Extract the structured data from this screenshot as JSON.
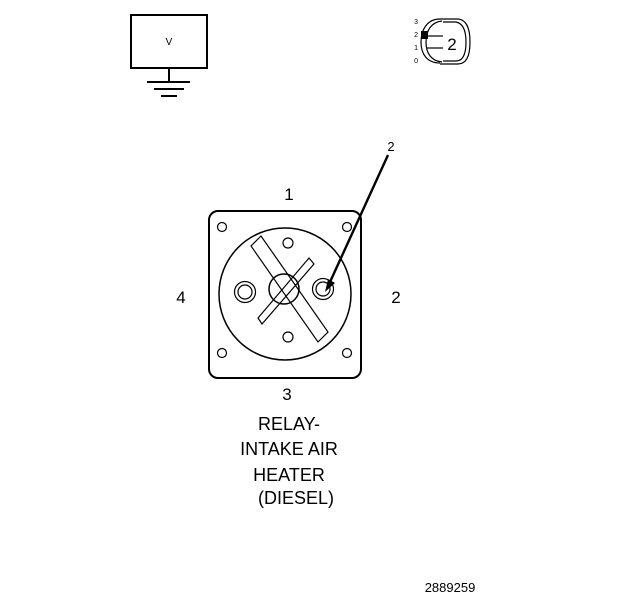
{
  "meter": {
    "mode_label": "V",
    "icon": "voltmeter-icon"
  },
  "selector": {
    "scale_labels": [
      "3",
      "2",
      "1",
      "0"
    ],
    "position_label": "2",
    "icon": "rotary-selector-icon"
  },
  "connector": {
    "callout_label": "2",
    "terminals": {
      "top": "1",
      "right": "2",
      "bottom": "3",
      "left": "4"
    },
    "icon": "relay-connector-icon"
  },
  "caption": {
    "line1": "RELAY-",
    "line2": "INTAKE AIR",
    "line3": "HEATER",
    "line4": "(DIESEL)"
  },
  "figure_number": "2889259"
}
